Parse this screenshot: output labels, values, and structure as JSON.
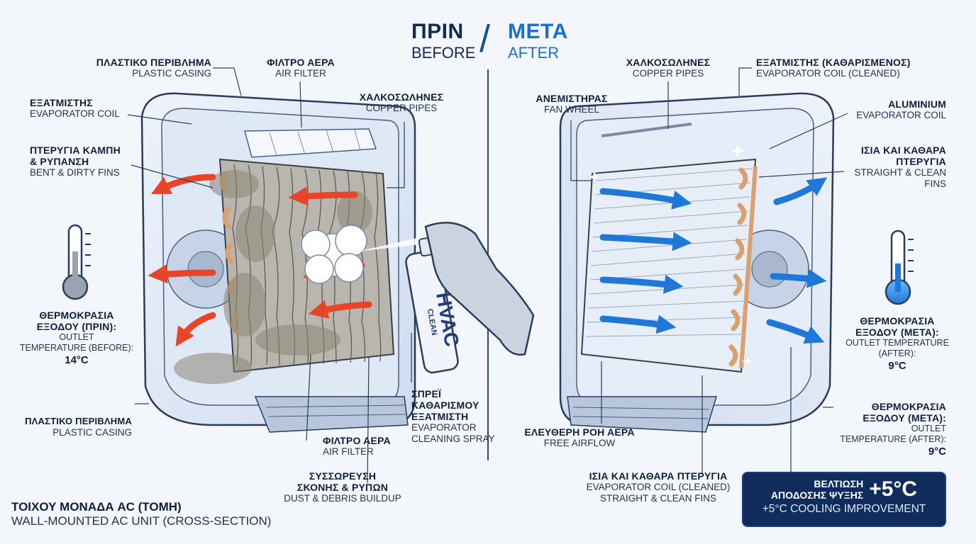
{
  "header": {
    "before_gr": "ΠΡΙΝ",
    "before_en": "BEFORE",
    "slash": "/",
    "after_gr": "ΜΕΤΑ",
    "after_en": "AFTER"
  },
  "left": {
    "casing_top": {
      "gr": "ΠΛΑΣΤΙΚΟ ΠΕΡΙΒΛΗΜΑ",
      "en": "PLASTIC CASING"
    },
    "filter_top": {
      "gr": "ΦΙΛΤΡΟ ΑΕΡΑ",
      "en": "AIR FILTER"
    },
    "evaporator": {
      "gr": "ΕΞΑΤΜΙΣΤΗΣ",
      "en": "EVAPORATOR COIL"
    },
    "copper": {
      "gr": "ΧΑΛΚΟΣΩΛΗΝΕΣ",
      "en": "COPPER PIPES"
    },
    "fins": {
      "gr1": "ΠΤΕΡΥΓΙΑ ΚΑΜΠΗ",
      "gr2": "& ΡΥΠΑΝΣΗ",
      "en": "BENT & DIRTY FINS"
    },
    "temp": {
      "gr1": "ΘΕΡΜΟΚΡΑΣΙΑ",
      "gr2": "ΕΞΟΔΟΥ (ΠΡΙΝ):",
      "en1": "OUTLET",
      "en2": "TEMPERATURE (BEFORE):",
      "value": "14°C"
    },
    "casing_bottom": {
      "gr": "ΠΛΑΣΤΙΚΟ ΠΕΡΙΒΛΗΜΑ",
      "en": "PLASTIC CASING"
    },
    "filter_bottom": {
      "gr": "ΦΙΛΤΡΟ ΑΕΡΑ",
      "en": "AIR FILTER"
    },
    "dust": {
      "gr1": "ΣΥΣΣΩΡΕΥΣΗ",
      "gr2": "ΣΚΟΝΗΣ & ΡΥΠΩΝ",
      "en": "DUST & DEBRIS BUILDUP"
    },
    "spray": {
      "gr1": "ΣΠΡΕΪ",
      "gr2": "ΚΑΘΑΡΙΣΜΟΥ",
      "gr3": "ΕΞΑΤΜΙΣΤΗ",
      "en1": "EVAPORATOR",
      "en2": "CLEANING SPRAY"
    },
    "can_brand": "HVAC",
    "can_sub": "CLEAN"
  },
  "right": {
    "copper": {
      "gr": "ΧΑΛΚΟΣΩΛΗΝΕΣ",
      "en": "COPPER PIPES"
    },
    "evap_clean": {
      "gr": "ΕΞΑΤΜΙΣΤΗΣ (ΚΑΘΑΡΙΣΜΕΝΟΣ)",
      "en": "EVAPORATOR COIL (CLEANED)"
    },
    "fan": {
      "gr": "ΑΝΕΜΙΣΤΗΡΑΣ",
      "en": "FAN WHEEL"
    },
    "aluminium": {
      "gr": "ALUMINIUM",
      "en": "EVAPORATOR COIL"
    },
    "straight_fins": {
      "gr1": "ΙΣΙΑ ΚΑΙ ΚΑΘΑΡΑ",
      "gr2": "ΠΤΕΡΥΓΙΑ",
      "en1": "STRAIGHT & CLEAN",
      "en2": "FINS"
    },
    "temp": {
      "gr1": "ΘΕΡΜΟΚΡΑΣΙΑ",
      "gr2": "ΕΞΟΔΟΥ (ΜΕΤΑ):",
      "en1": "OUTLET TEMPERATURE",
      "en2": "(AFTER):",
      "value": "9°C"
    },
    "temp2": {
      "gr1": "ΘΕΡΜΟΚΡΑΣΙΑ",
      "gr2": "ΕΞΟΔΟΥ (ΜΕΤΑ):",
      "en1": "OUTLET",
      "en2": "TEMPERATURE (AFTER):",
      "value": "9°C"
    },
    "airflow": {
      "gr": "ΕΛΕΥΘΕΡΗ ΡΟΗ ΑΕΡΑ",
      "en": "FREE AIRFLOW"
    },
    "fins_bottom": {
      "gr": "ΙΣΙΑ ΚΑΙ ΚΑΘΑΡΑ ΠΤΕΡΥΓΙΑ",
      "en1": "EVAPORATOR COIL (CLEANED)",
      "en2": "STRAIGHT & CLEAN FINS"
    }
  },
  "title": {
    "gr": "ΤΟΙΧΟΥ ΜΟΝΑΔΑ AC (ΤΟΜΗ)",
    "en": "WALL-MOUNTED AC UNIT (CROSS-SECTION)"
  },
  "improvement": {
    "gr1": "ΒΕΛΤΙΩΣΗ",
    "gr2": "ΑΠΟΔΟΣΗΣ ΨΥΞΗΣ",
    "big": "+5°C",
    "en": "+5°C COOLING IMPROVEMENT"
  },
  "colors": {
    "hot": "#e8442a",
    "cold": "#1f78d8",
    "navy": "#0f2c5c",
    "copper": "#d9a070",
    "dust": "#8a8577"
  }
}
